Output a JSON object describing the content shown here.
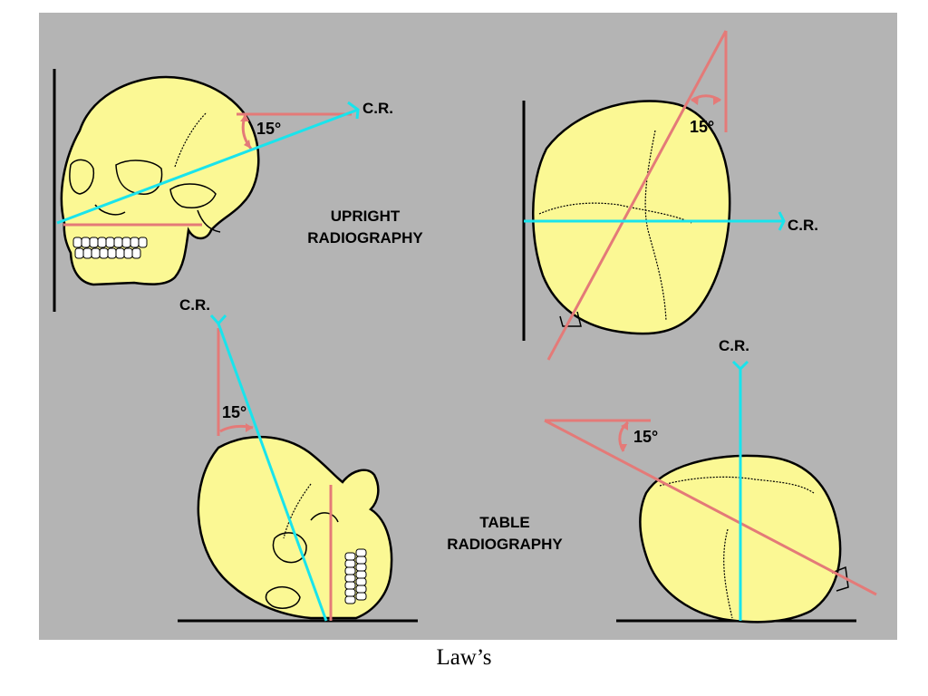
{
  "diagram": {
    "groups": {
      "upright": {
        "line1": "UPRIGHT",
        "line2": "RADIOGRAPHY"
      },
      "table": {
        "line1": "TABLE",
        "line2": "RADIOGRAPHY"
      }
    },
    "central_ray_label": "C.R.",
    "angle_label": "15°",
    "caption": "Law’s",
    "colors": {
      "background": "#b4b4b4",
      "skull": "#fbf894",
      "angle_lines": "#e47a78",
      "central_ray": "#19e4ec"
    }
  }
}
